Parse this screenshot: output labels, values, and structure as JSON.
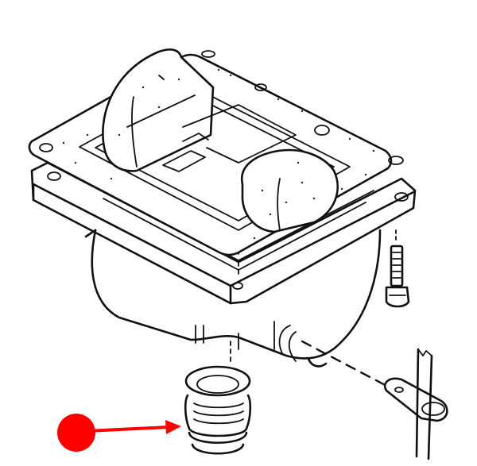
{
  "diagram": {
    "subject": "Carburetor float bowl exploded view",
    "parts": [
      {
        "id": "top-gasket",
        "label": "Float bowl gasket"
      },
      {
        "id": "float",
        "label": "Float (twin pontoon)"
      },
      {
        "id": "float-bowl",
        "label": "Float bowl"
      },
      {
        "id": "screw",
        "label": "Bowl screw"
      },
      {
        "id": "drain-plug",
        "label": "Threaded drain plug / seal"
      },
      {
        "id": "hose-bracket",
        "label": "Hose bracket with tube"
      }
    ],
    "callout": {
      "marker_color": "#ff0000",
      "arrow_color": "#ff0000",
      "target": "drain-plug"
    }
  }
}
